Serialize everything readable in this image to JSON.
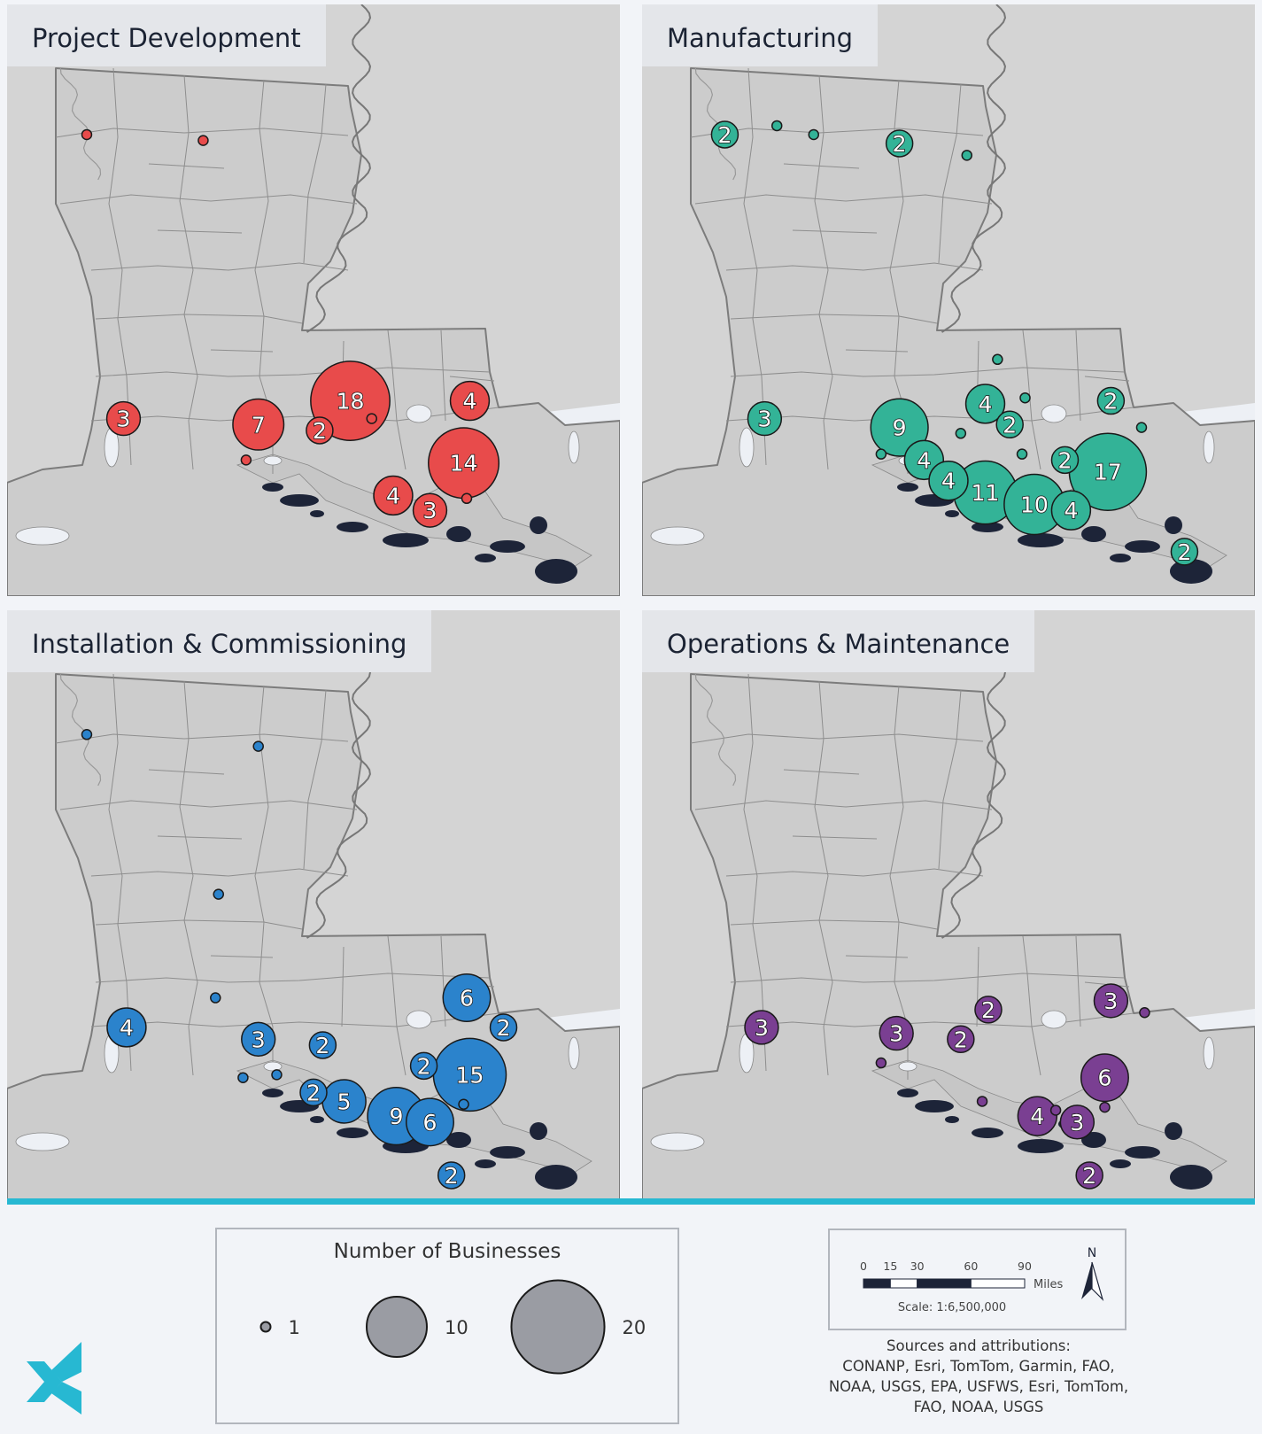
{
  "colors": {
    "project_development": "#e84b4b",
    "manufacturing": "#33b397",
    "installation": "#2b83cc",
    "operations": "#7a3f92",
    "land": "#cccccc",
    "surrounding_land": "#d4d4d4",
    "water": "#edf0f5",
    "marsh": "#1d2438",
    "accent": "#27b8d2"
  },
  "panels": [
    {
      "title": "Project Development",
      "color": "#e84b4b",
      "markers": [
        {
          "x": 0.13,
          "y": 0.22,
          "value": 1,
          "label": ""
        },
        {
          "x": 0.32,
          "y": 0.23,
          "value": 1,
          "label": ""
        },
        {
          "x": 0.19,
          "y": 0.7,
          "value": 3,
          "label": "3"
        },
        {
          "x": 0.41,
          "y": 0.71,
          "value": 7,
          "label": "7"
        },
        {
          "x": 0.39,
          "y": 0.77,
          "value": 1,
          "label": ""
        },
        {
          "x": 0.56,
          "y": 0.67,
          "value": 18,
          "label": "18"
        },
        {
          "x": 0.51,
          "y": 0.72,
          "value": 2,
          "label": "2"
        },
        {
          "x": 0.595,
          "y": 0.7,
          "value": 1,
          "label": ""
        },
        {
          "x": 0.755,
          "y": 0.67,
          "value": 4,
          "label": "4"
        },
        {
          "x": 0.745,
          "y": 0.775,
          "value": 14,
          "label": "14"
        },
        {
          "x": 0.63,
          "y": 0.83,
          "value": 4,
          "label": "4"
        },
        {
          "x": 0.69,
          "y": 0.855,
          "value": 3,
          "label": "3"
        },
        {
          "x": 0.75,
          "y": 0.835,
          "value": 1,
          "label": ""
        }
      ]
    },
    {
      "title": "Manufacturing",
      "color": "#33b397",
      "markers": [
        {
          "x": 0.135,
          "y": 0.22,
          "value": 2,
          "label": "2"
        },
        {
          "x": 0.22,
          "y": 0.205,
          "value": 1,
          "label": ""
        },
        {
          "x": 0.28,
          "y": 0.22,
          "value": 1,
          "label": ""
        },
        {
          "x": 0.42,
          "y": 0.235,
          "value": 2,
          "label": "2"
        },
        {
          "x": 0.53,
          "y": 0.255,
          "value": 1,
          "label": ""
        },
        {
          "x": 0.2,
          "y": 0.7,
          "value": 3,
          "label": "3"
        },
        {
          "x": 0.58,
          "y": 0.6,
          "value": 1,
          "label": ""
        },
        {
          "x": 0.56,
          "y": 0.675,
          "value": 4,
          "label": "4"
        },
        {
          "x": 0.625,
          "y": 0.665,
          "value": 1,
          "label": ""
        },
        {
          "x": 0.6,
          "y": 0.71,
          "value": 2,
          "label": "2"
        },
        {
          "x": 0.52,
          "y": 0.725,
          "value": 1,
          "label": ""
        },
        {
          "x": 0.42,
          "y": 0.715,
          "value": 9,
          "label": "9"
        },
        {
          "x": 0.39,
          "y": 0.76,
          "value": 1,
          "label": ""
        },
        {
          "x": 0.46,
          "y": 0.77,
          "value": 4,
          "label": "4"
        },
        {
          "x": 0.5,
          "y": 0.805,
          "value": 4,
          "label": "4"
        },
        {
          "x": 0.56,
          "y": 0.825,
          "value": 11,
          "label": "11"
        },
        {
          "x": 0.62,
          "y": 0.76,
          "value": 1,
          "label": ""
        },
        {
          "x": 0.64,
          "y": 0.845,
          "value": 10,
          "label": "10"
        },
        {
          "x": 0.7,
          "y": 0.855,
          "value": 4,
          "label": "4"
        },
        {
          "x": 0.69,
          "y": 0.77,
          "value": 2,
          "label": "2"
        },
        {
          "x": 0.76,
          "y": 0.79,
          "value": 17,
          "label": "17"
        },
        {
          "x": 0.765,
          "y": 0.67,
          "value": 2,
          "label": "2"
        },
        {
          "x": 0.815,
          "y": 0.715,
          "value": 1,
          "label": ""
        },
        {
          "x": 0.885,
          "y": 0.925,
          "value": 2,
          "label": "2"
        }
      ]
    },
    {
      "title": "Installation & Commissioning",
      "color": "#2b83cc",
      "markers": [
        {
          "x": 0.13,
          "y": 0.21,
          "value": 1,
          "label": ""
        },
        {
          "x": 0.41,
          "y": 0.23,
          "value": 1,
          "label": ""
        },
        {
          "x": 0.345,
          "y": 0.48,
          "value": 1,
          "label": ""
        },
        {
          "x": 0.34,
          "y": 0.655,
          "value": 1,
          "label": ""
        },
        {
          "x": 0.195,
          "y": 0.705,
          "value": 4,
          "label": "4"
        },
        {
          "x": 0.41,
          "y": 0.725,
          "value": 3,
          "label": "3"
        },
        {
          "x": 0.385,
          "y": 0.79,
          "value": 1,
          "label": ""
        },
        {
          "x": 0.44,
          "y": 0.785,
          "value": 1,
          "label": ""
        },
        {
          "x": 0.515,
          "y": 0.735,
          "value": 2,
          "label": "2"
        },
        {
          "x": 0.5,
          "y": 0.815,
          "value": 2,
          "label": "2"
        },
        {
          "x": 0.55,
          "y": 0.83,
          "value": 5,
          "label": "5"
        },
        {
          "x": 0.635,
          "y": 0.855,
          "value": 9,
          "label": "9"
        },
        {
          "x": 0.69,
          "y": 0.865,
          "value": 6,
          "label": "6"
        },
        {
          "x": 0.75,
          "y": 0.655,
          "value": 6,
          "label": "6"
        },
        {
          "x": 0.81,
          "y": 0.705,
          "value": 2,
          "label": "2"
        },
        {
          "x": 0.68,
          "y": 0.77,
          "value": 2,
          "label": "2"
        },
        {
          "x": 0.755,
          "y": 0.785,
          "value": 15,
          "label": "15"
        },
        {
          "x": 0.745,
          "y": 0.835,
          "value": 1,
          "label": ""
        },
        {
          "x": 0.725,
          "y": 0.955,
          "value": 2,
          "label": "2"
        }
      ]
    },
    {
      "title": "Operations & Maintenance",
      "color": "#7a3f92",
      "markers": [
        {
          "x": 0.195,
          "y": 0.705,
          "value": 3,
          "label": "3"
        },
        {
          "x": 0.415,
          "y": 0.715,
          "value": 3,
          "label": "3"
        },
        {
          "x": 0.39,
          "y": 0.765,
          "value": 1,
          "label": ""
        },
        {
          "x": 0.565,
          "y": 0.675,
          "value": 2,
          "label": "2"
        },
        {
          "x": 0.52,
          "y": 0.725,
          "value": 2,
          "label": "2"
        },
        {
          "x": 0.555,
          "y": 0.83,
          "value": 1,
          "label": ""
        },
        {
          "x": 0.765,
          "y": 0.66,
          "value": 3,
          "label": "3"
        },
        {
          "x": 0.82,
          "y": 0.68,
          "value": 1,
          "label": ""
        },
        {
          "x": 0.755,
          "y": 0.79,
          "value": 6,
          "label": "6"
        },
        {
          "x": 0.755,
          "y": 0.84,
          "value": 1,
          "label": ""
        },
        {
          "x": 0.645,
          "y": 0.855,
          "value": 4,
          "label": "4"
        },
        {
          "x": 0.675,
          "y": 0.845,
          "value": 1,
          "label": ""
        },
        {
          "x": 0.71,
          "y": 0.865,
          "value": 3,
          "label": "3"
        },
        {
          "x": 0.73,
          "y": 0.955,
          "value": 2,
          "label": "2"
        }
      ]
    }
  ],
  "legend": {
    "title": "Number of Businesses",
    "items": [
      {
        "value": 1,
        "label": "1"
      },
      {
        "value": 10,
        "label": "10"
      },
      {
        "value": 20,
        "label": "20"
      }
    ]
  },
  "scale": {
    "ticks": [
      "0",
      "15",
      "30",
      "60",
      "90"
    ],
    "tick_values": [
      0,
      15,
      30,
      60,
      90
    ],
    "unit": "Miles",
    "ratio": "Scale: 1:6,500,000",
    "north": "N"
  },
  "sources": {
    "lines": [
      "Sources and attributions:",
      "CONANP, Esri, TomTom, Garmin, FAO,",
      "NOAA, USGS, EPA, USFWS, Esri, TomTom,",
      "FAO, NOAA, USGS"
    ]
  }
}
